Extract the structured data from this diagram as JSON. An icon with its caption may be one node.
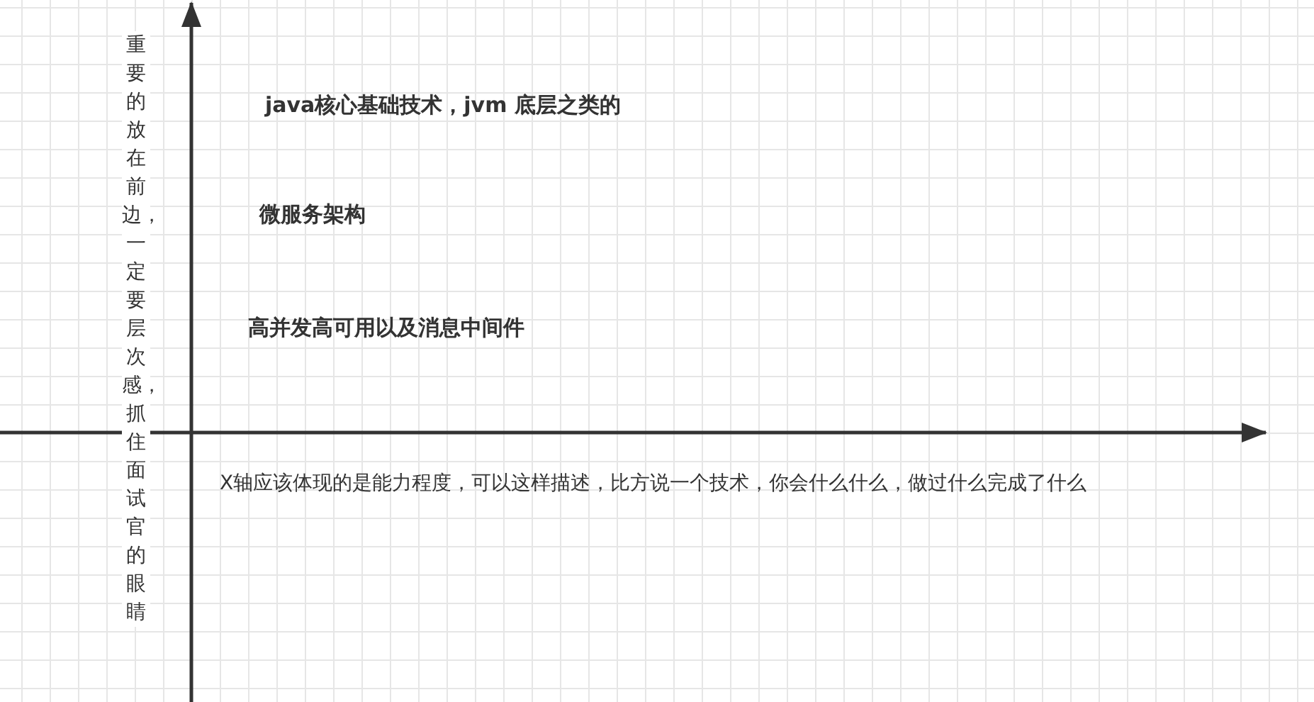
{
  "diagram": {
    "labels": [
      "重要的放在前边，一定要层次感，抓住面试官的眼睛",
      "java核心基础技术，jvm 底层之类的",
      "微服务架构",
      "高并发高可用以及消息中间件",
      "X轴应该体现的是能力程度，可以这样描述，比方说一个技术，你会什么什么，做过什么完成了什么"
    ]
  }
}
